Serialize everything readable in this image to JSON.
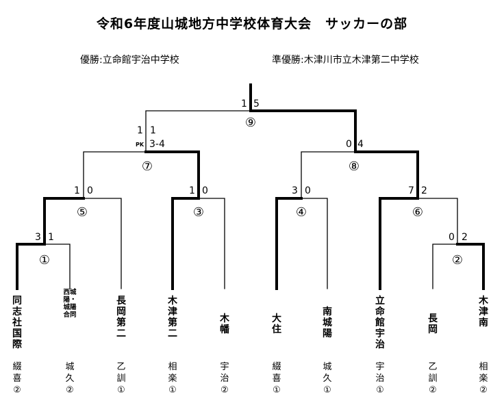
{
  "title": "令和6年度山城地方中学校体育大会　サッカーの部",
  "winner": "優勝:立命館宇治中学校",
  "runner_up": "準優勝:木津川市立木津第二中学校",
  "final": {
    "number": "⑨",
    "score_left": "1",
    "score_right": "5"
  },
  "semifinals": [
    {
      "number": "⑦",
      "score_left": "1",
      "score_right": "1",
      "pk_label": "PK",
      "pk_score": "3-4"
    },
    {
      "number": "⑧",
      "score_left": "0",
      "score_right": "4"
    }
  ],
  "quarterfinals": [
    {
      "number": "⑤",
      "score_left": "1",
      "score_right": "0"
    },
    {
      "number": "③",
      "score_left": "1",
      "score_right": "0"
    },
    {
      "number": "④",
      "score_left": "3",
      "score_right": "0"
    },
    {
      "number": "⑥",
      "score_left": "7",
      "score_right": "2"
    }
  ],
  "first_round": [
    {
      "number": "①",
      "score_left": "3",
      "score_right": "1"
    },
    {
      "number": "②",
      "score_left": "0",
      "score_right": "2"
    }
  ],
  "teams": [
    {
      "name": "同志社国際",
      "district": "綴喜②"
    },
    {
      "name": "西城陽・城陽合同",
      "district": "城久②"
    },
    {
      "name": "長岡第二",
      "district": "乙訓①"
    },
    {
      "name": "木津第二",
      "district": "相楽①"
    },
    {
      "name": "木幡",
      "district": "宇治②"
    },
    {
      "name": "大住",
      "district": "綴喜①"
    },
    {
      "name": "南城陽",
      "district": "城久①"
    },
    {
      "name": "立命館宇治",
      "district": "宇治①"
    },
    {
      "name": "長岡",
      "district": "乙訓②"
    },
    {
      "name": "木津南",
      "district": "相楽②"
    }
  ]
}
